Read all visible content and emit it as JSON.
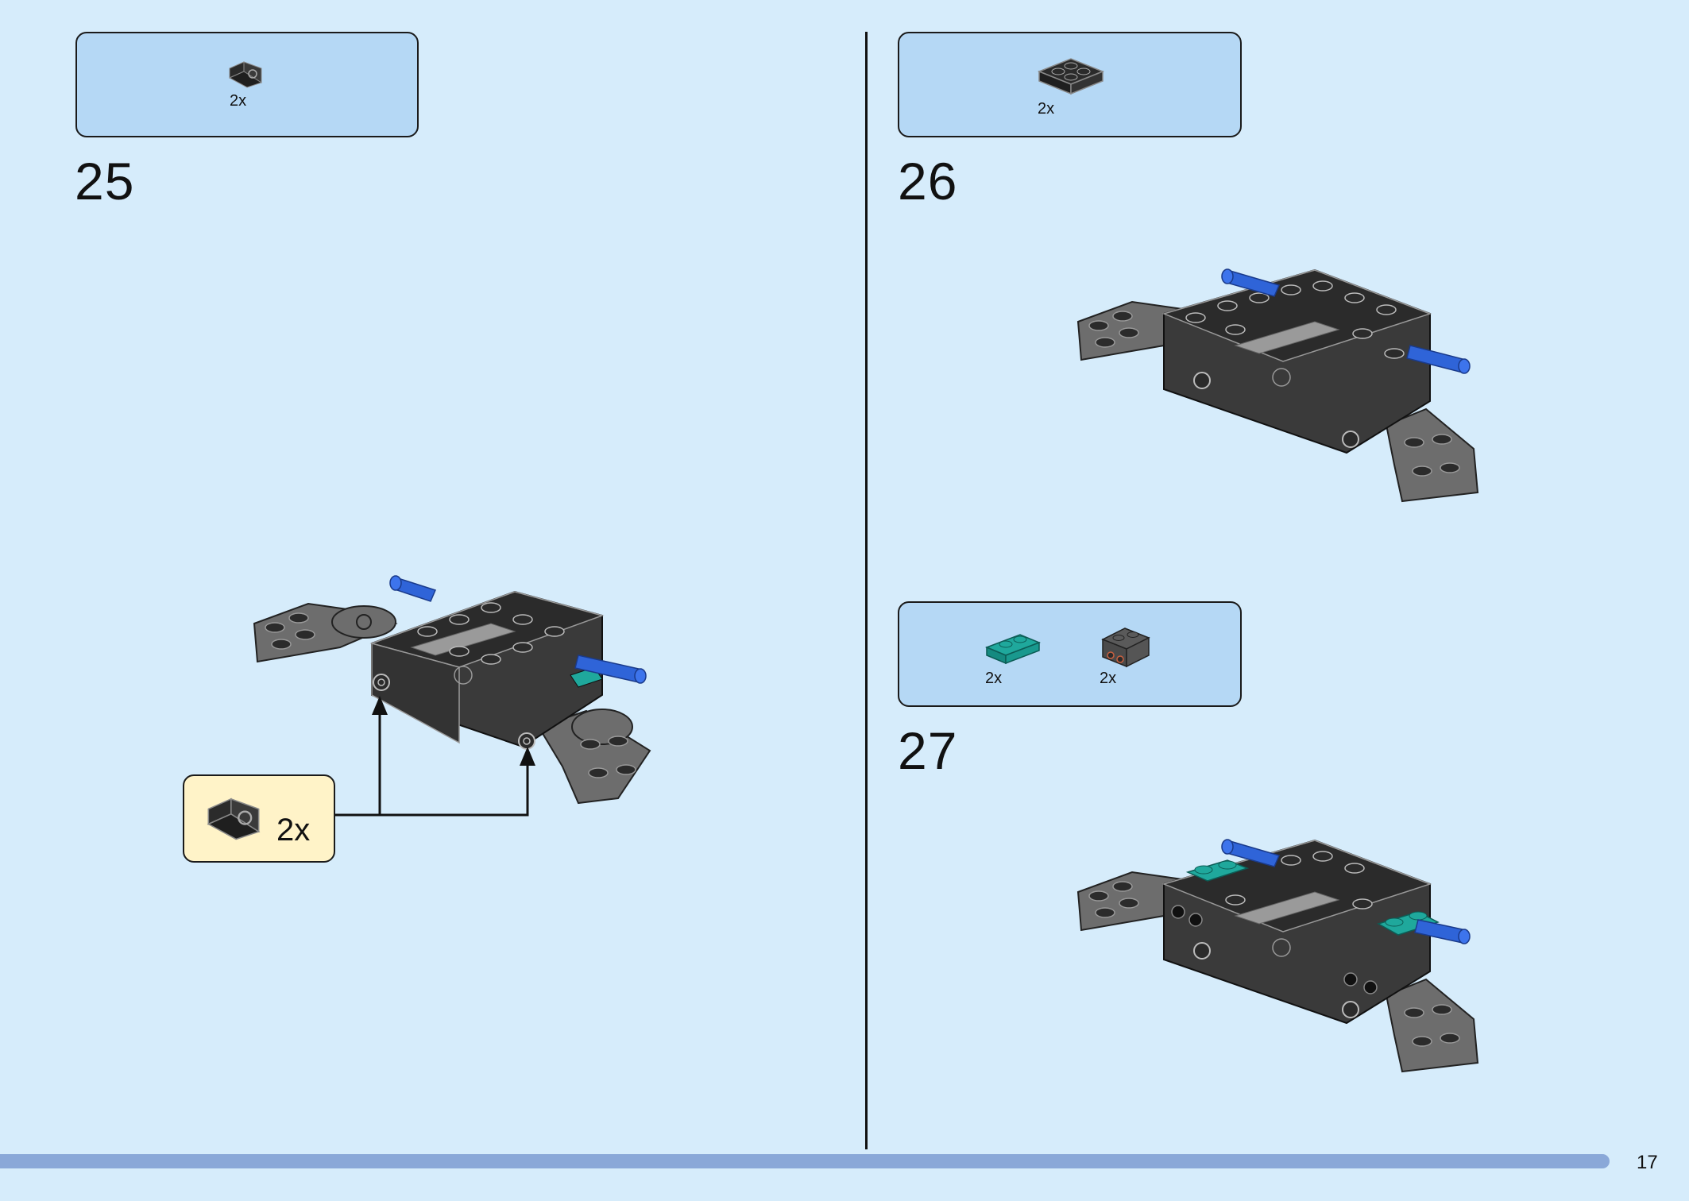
{
  "page": {
    "number": "17"
  },
  "steps": [
    {
      "number": "25",
      "parts": [
        {
          "icon": "black-bracket-piece-icon",
          "quantity": "2x"
        }
      ],
      "callout": {
        "icon": "black-bracket-piece-icon",
        "quantity": "2x"
      }
    },
    {
      "number": "26",
      "parts": [
        {
          "icon": "black-2x2-plate-icon",
          "quantity": "2x"
        }
      ]
    },
    {
      "number": "27",
      "parts": [
        {
          "icon": "teal-1x2-plate-icon",
          "quantity": "2x"
        },
        {
          "icon": "dark-gray-bracket-icon",
          "quantity": "2x"
        }
      ]
    }
  ],
  "colors": {
    "background": "#d6ecfb",
    "parts_box": "#b5d8f5",
    "callout": "#fff3c8",
    "brick_black": "#2b2b2b",
    "brick_gray": "#6d6d6d",
    "pin_blue": "#2f64d8",
    "plate_teal": "#1fa89c",
    "progress": "#8aa8d8"
  }
}
